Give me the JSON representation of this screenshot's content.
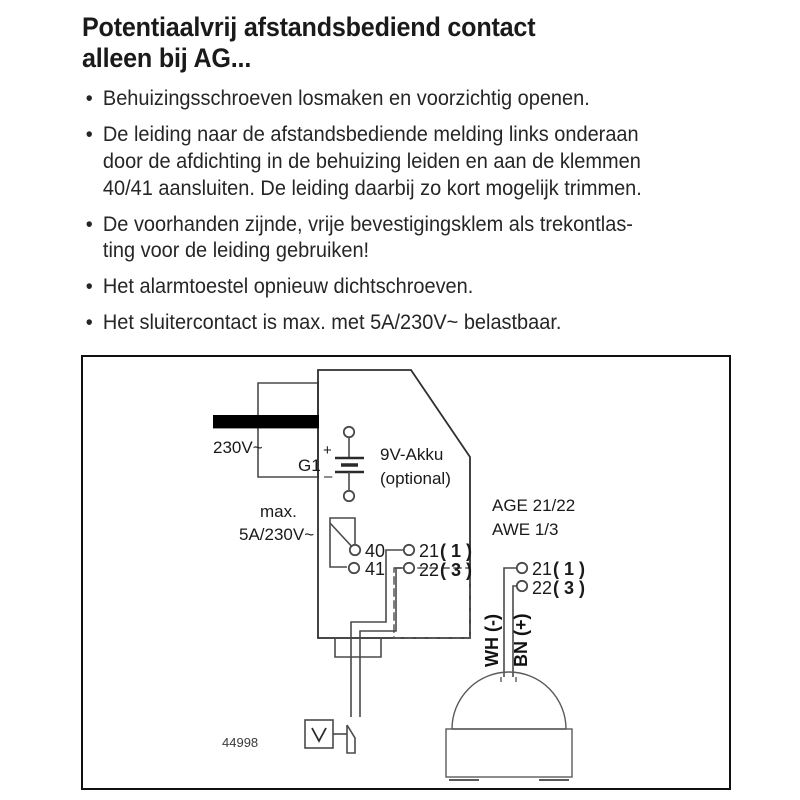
{
  "heading": {
    "line1": "Potentiaalvrij afstandsbediend contact",
    "line2": "alleen bij AG..."
  },
  "bullets": [
    {
      "marker": "•",
      "lines": [
        "Behuizingsschroeven losmaken en voorzichtig openen."
      ]
    },
    {
      "marker": "•",
      "lines": [
        "De leiding naar de afstandsbediende melding links onderaan",
        "door de afdichting in de behuizing leiden en aan de klemmen",
        "40/41 aansluiten. De leiding daarbij zo kort mogelijk trimmen."
      ]
    },
    {
      "marker": "•",
      "lines": [
        "De voorhanden zijnde, vrije bevestigingsklem als trekontlas-",
        "ting voor de leiding gebruiken!"
      ]
    },
    {
      "marker": "•",
      "lines": [
        "Het alarmtoestel opnieuw dichtschroeven."
      ]
    },
    {
      "marker": "•",
      "lines": [
        "Het sluitercontact is max. met 5A/230V~ belastbaar."
      ]
    }
  ],
  "diagram": {
    "labels": {
      "mains": "230V~",
      "battery_ref": "G1",
      "battery_name": "9V-Akku",
      "battery_optional": "(optional)",
      "contact_rating_line1": "max.",
      "contact_rating_line2": "5A/230V~",
      "terminal_40": "40",
      "terminal_41": "41",
      "terminal_21_inner": "21",
      "terminal_21_inner_alt": "( 1 )",
      "terminal_22_inner": "22",
      "terminal_22_inner_alt": "( 3 )",
      "device_type_line1": "AGE  21/22",
      "device_type_line2": "AWE  1/3",
      "terminal_21_outer": "21",
      "terminal_21_outer_alt": "( 1 )",
      "terminal_22_outer": "22",
      "terminal_22_outer_alt": "( 3 )",
      "wire_wh": "WH (-)",
      "wire_bn": "BN (+)",
      "drawing_number": "44998",
      "test_symbol": "V",
      "battery_plus": "+",
      "battery_minus": "–"
    },
    "colors": {
      "line": "#4a4a4a",
      "line_dark": "#111111",
      "text": "#1a1a1a",
      "cable": "#000000",
      "frame": "#111111"
    }
  }
}
